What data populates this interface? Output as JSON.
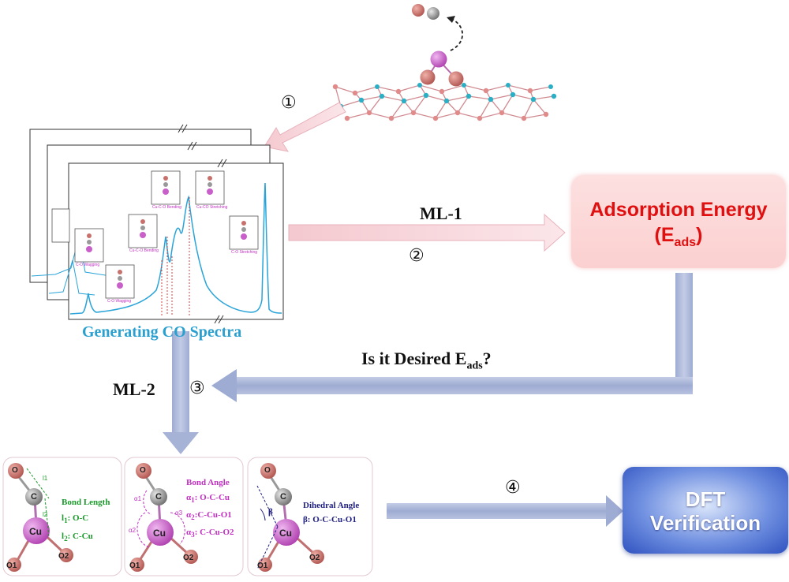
{
  "colors": {
    "spectrum": "#2aa4d8",
    "title_blue": "#2aa0d0",
    "red_text": "#e01010",
    "arrow_blue": "#aab6d8",
    "arrow_pink": "#f6cfd6",
    "cu": "#c95fc9",
    "oxygen": "#c8706c",
    "carbon": "#9a9a9a",
    "substrate": "#2ab0c6",
    "bond_length_green": "#1a9a2a",
    "bond_angle_magenta": "#c030c0",
    "dihedral_navy": "#202080"
  },
  "icons": [
    "circled-1",
    "circled-2",
    "circled-3",
    "circled-4",
    "co-molecule-icon",
    "cu-surface-icon"
  ],
  "steps": {
    "s1": "①",
    "s2": "②",
    "s3": "③",
    "s4": "④"
  },
  "spectra": {
    "title": "Generating CO Spectra",
    "insets": [
      "C-O Wagging",
      "C-O Wagging",
      "Cu-C-O Bending",
      "Cu-C-O Bending",
      "Cu-CO Stretching",
      "C-O Stretching"
    ]
  },
  "ml1": "ML-1",
  "ml2": "ML-2",
  "adsorption": {
    "line1": "Adsorption Energy",
    "line2_prefix": "(E",
    "line2_sub": "ads",
    "line2_suffix": ")"
  },
  "question": {
    "prefix": "Is it Desired E",
    "sub": "ads",
    "suffix": "?"
  },
  "dft": {
    "line1": "DFT",
    "line2": "Verification"
  },
  "atoms": {
    "O": "O",
    "C": "C",
    "Cu": "Cu",
    "O1": "O1",
    "O2": "O2"
  },
  "bond_length": {
    "title": "Bond Length",
    "l1": "l",
    "l1_sub": "1",
    "l1_text": ": O-C",
    "l2": "l",
    "l2_sub": "2",
    "l2_text": ": C-Cu",
    "mark1": "l1",
    "mark2": "l2"
  },
  "bond_angle": {
    "title": "Bond Angle",
    "a1": "α",
    "a1_sub": "1",
    "a1_text": ": O-C-Cu",
    "a2": "α",
    "a2_sub": "2",
    "a2_text": ":C-Cu-O1",
    "a3": "α",
    "a3_sub": "3",
    "a3_text": ": C-Cu-O2",
    "m1": "α1",
    "m2": "α2",
    "m3": "α3"
  },
  "dihedral": {
    "title": "Dihedral Angle",
    "line": "β: O-C-Cu-O1",
    "beta": "β"
  }
}
